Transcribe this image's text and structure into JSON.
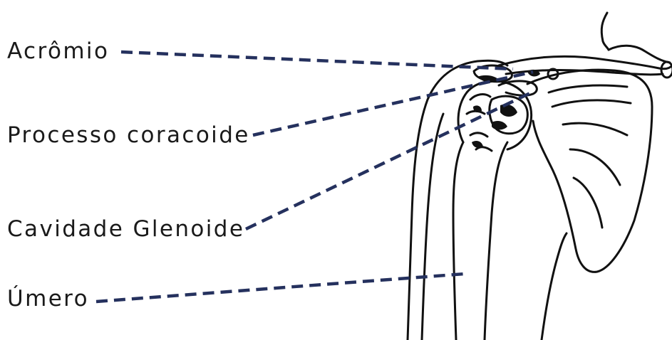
{
  "labels": {
    "acromion": "Acrômio",
    "coracoid": "Processo coracoide",
    "glenoid": "Cavidade Glenoide",
    "humerus": "Úmero"
  },
  "colors": {
    "leader_line": "#25315e",
    "outline": "#111111",
    "text": "#1a1a1a"
  }
}
